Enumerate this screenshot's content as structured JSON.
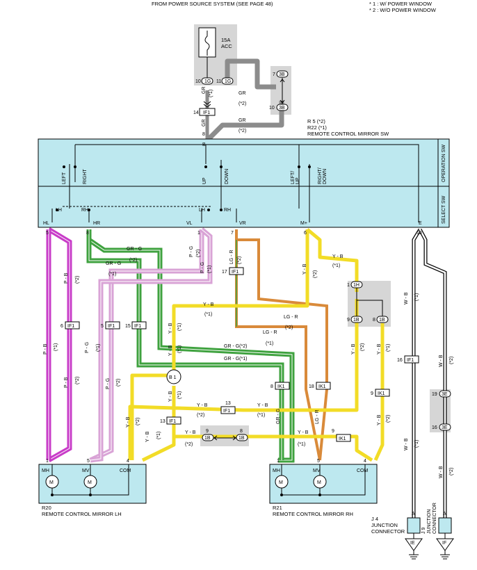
{
  "header": {
    "source_note": "FROM POWER SOURCE SYSTEM (SEE PAGE 48)",
    "legend": [
      "* 1 : W/ POWER WINDOW",
      "* 2 : W/O POWER WINDOW"
    ]
  },
  "fuse": {
    "rating": "15A",
    "name": "ACC"
  },
  "switch_unit": {
    "code_line1": "R 5 (*2)",
    "code_line2": "R22 (*1)",
    "name": "REMOTE CONTROL MIRROR SW",
    "operation_label": "OPERATION SW",
    "select_label": "SELECT SW",
    "contacts": {
      "left": "LEFT",
      "right": "RIGHT",
      "up": "UP",
      "down": "DOWN",
      "left_up_1": "LEFT/",
      "left_up_2": "UP",
      "right_down_1": "RIGHT/",
      "right_down_2": "DOWN",
      "lh": "LH",
      "rh": "RH",
      "lh2": "LH",
      "rh2": "RH"
    },
    "terminals": {
      "b": "B",
      "hl": "HL",
      "hr": "HR",
      "vl": "VL",
      "vr": "VR",
      "mplus": "M+",
      "e": "E"
    },
    "pins": {
      "b": "8",
      "hl": "5",
      "hr": "8",
      "vl": "1",
      "vr": "7",
      "mplus": "6",
      "e": "10"
    }
  },
  "mirror_lh": {
    "code": "R20",
    "name": "REMOTE CONTROL MIRROR LH",
    "mh": "MH",
    "mv": "MV",
    "com": "COM",
    "pins": [
      "1",
      "5",
      "4"
    ],
    "motor": "M"
  },
  "mirror_rh": {
    "code": "R21",
    "name": "REMOTE CONTROL MIRROR RH",
    "mh": "MH",
    "mv": "MV",
    "com": "COM",
    "pins": [
      "1",
      "5",
      "4"
    ],
    "motor": "M"
  },
  "junction": {
    "code": "J 4",
    "name": "JUNCTION",
    "name2": "CONNECTOR",
    "code2": "J 9",
    "name3": "JUNCTION",
    "name4": "CONNECTOR",
    "pin_a1": "A",
    "pin_a2": "A",
    "ground1": "IE",
    "ground2": "IF"
  },
  "connectors": {
    "c1a_pin": "10",
    "c1a": "1G",
    "c1b_pin": "11",
    "c1b": "1G",
    "c3b_top_pin": "7",
    "c3b_top": "3B",
    "c3b_bot_pin": "10",
    "c3b_bot": "3B",
    "if1_top_pin": "14",
    "if1_top": "IF1",
    "if1_6_pin": "6",
    "if1_6": "IF1",
    "if1_5_pin": "5",
    "if1_5": "IF1",
    "if1_15_pin": "15",
    "if1_15": "IF1",
    "if1_17_pin": "17",
    "if1_17": "IF1",
    "b1": "B 1",
    "if1_13a_pin": "13",
    "if1_13a": "IF1",
    "if1_13b_pin": "13",
    "if1_13b": "IF1",
    "ik1_8_pin": "8",
    "ik1_8": "IK1",
    "ik1_18_pin": "18",
    "ik1_18": "IK1",
    "ik1_9_pin": "9",
    "ik1_9": "IK1",
    "ik1_9b_pin": "9",
    "ik1_9b": "IK1",
    "if1_16_pin": "16",
    "if1_16": "IF1",
    "c1h_pin": "1",
    "c1h": "1H",
    "c1b_l_pin": "9",
    "c1b_l": "1B",
    "c1b_r_pin": "8",
    "c1b_r": "1B",
    "c1b_h9_pin": "9",
    "c1b_h9": "1B",
    "c1b_h8_pin": "8",
    "c1b_h8": "1B",
    "c3e19_pin": "19",
    "c3e19": "3E",
    "c3e16_pin": "16",
    "c3e16": "3E"
  },
  "wires": {
    "gr1": "GR",
    "gr1n": "(*1)",
    "gr2": "GR",
    "gr2n": "(*2)",
    "gr3": "GR",
    "gr4": "GR",
    "gr4n": "(*2)",
    "pb_a": "P - B",
    "pb_a_n": "(*2)",
    "pb_b": "P - B",
    "pb_b_n": "(*1)",
    "pb_c": "P - B",
    "pb_c_n": "(*2)",
    "grg_a": "GR - G",
    "grg_a_n": "(*2)",
    "grg_b": "GR - G",
    "grg_b_n": "(*1)",
    "pg_a": "P - G",
    "pg_a_n": "(*2)",
    "pg_b": "P - G",
    "pg_b_n": "(*1)",
    "pg_c": "P - G",
    "pg_c_n": "(*1)",
    "pg_d": "P - G",
    "pg_d_n": "(*2)",
    "lgr_a": "LG - R",
    "lgr_a_n": "(*2)",
    "lgr_b": "LG - R",
    "lgr_b_n": "(*2)",
    "lgr_c": "LG - R",
    "lgr_c_n": "(*1)",
    "lgr_d": "LG - R",
    "grg_c": "GR - G(*2)",
    "grg_d": "GR - G(*1)",
    "grg_e": "GR - G",
    "yb_a": "Y - B",
    "yb_a_n": "(*1)",
    "yb_b": "Y - B",
    "yb_b_n": "(*2)",
    "yb_c": "Y - B",
    "yb_c_n": "(*1)",
    "yb_d": "Y - B",
    "yb_d_n": "(*2)",
    "yb_e": "Y - B",
    "yb_e_n": "(*1)",
    "yb_f": "Y - B",
    "yb_f_n": "(*1)",
    "yb_g": "Y - B",
    "yb_g_n": "(*2)",
    "yb_h": "Y - B",
    "yb_h_n": "(*1)",
    "yb_i": "Y - B",
    "yb_i_n": "(*2)",
    "yb_j": "Y - B",
    "yb_j_n": "(*1)",
    "yb_k": "Y - B",
    "yb_k_n": "(*2)",
    "yb_l": "Y - B",
    "yb_l_n": "(*1)",
    "yb_m": "Y - B",
    "yb_m_n": "(*2)",
    "yb_n": "Y - B",
    "yb_n_n": "(*1)",
    "yb_o": "Y - B",
    "yb_o_n": "(*1)",
    "wb_a": "W - B",
    "wb_a_n": "(*1)",
    "wb_b": "W - B",
    "wb_b_n": "(*2)",
    "wb_c": "W - B",
    "wb_c_n": "(*1)",
    "wb_d": "W - B",
    "wb_d_n": "(*2)"
  },
  "colors": {
    "gray": "#8c8c8c",
    "magenta": "#c83cc8",
    "green": "#3fa23f",
    "pink": "#d9a3d6",
    "yellow": "#f2dc27",
    "orange": "#d98a3a",
    "box_fill": "#bde8ef"
  }
}
